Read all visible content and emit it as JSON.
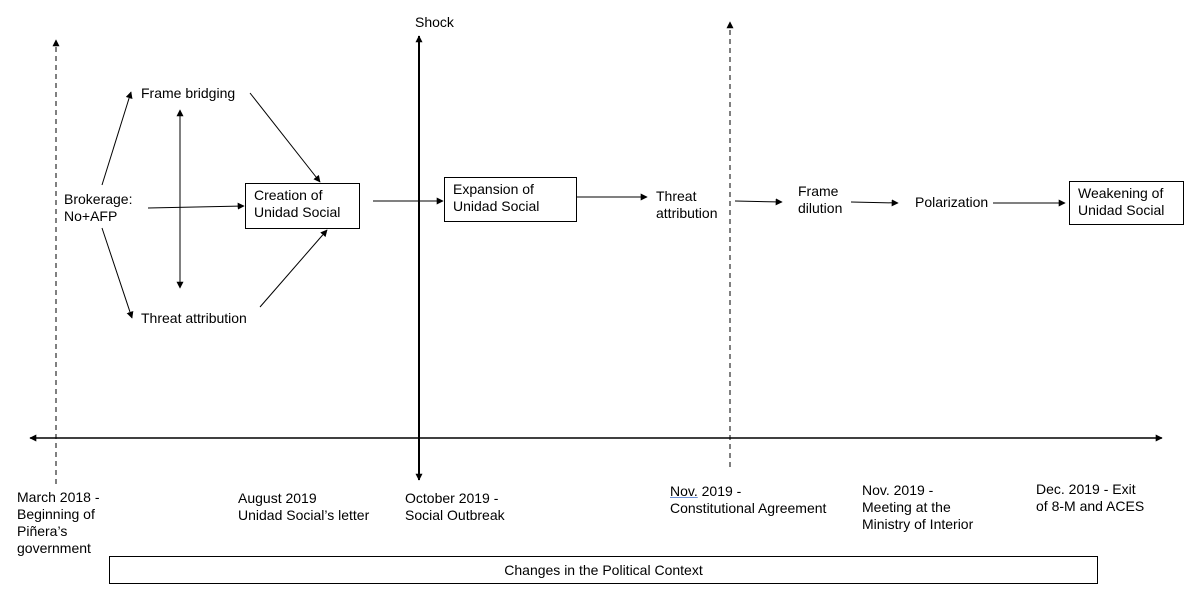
{
  "nodes": {
    "frame_bridging": "Frame bridging",
    "brokerage": [
      "Brokerage:",
      "No+AFP"
    ],
    "threat_attribution_left": "Threat attribution",
    "creation": [
      "Creation of",
      "Unidad Social"
    ],
    "shock": "Shock",
    "expansion": [
      "Expansion of",
      "Unidad Social"
    ],
    "threat_attribution_right": [
      "Threat",
      "attribution"
    ],
    "frame_dilution": [
      "Frame",
      "dilution"
    ],
    "polarization": "Polarization",
    "weakening": [
      "Weakening of",
      "Unidad Social"
    ]
  },
  "timeline": {
    "march_2018": [
      "March 2018 -",
      "Beginning of",
      "Piñera’s",
      "government"
    ],
    "august_2019": [
      "August 2019",
      "Unidad Social’s letter"
    ],
    "october_2019": [
      "October 2019 -",
      "Social Outbreak"
    ],
    "nov_2019_agreement": {
      "month": "Nov.",
      "rest": " 2019 -",
      "line2": "Constitutional Agreement"
    },
    "nov_2019_meeting": [
      "Nov. 2019 -",
      "Meeting at the",
      "Ministry of Interior"
    ],
    "dec_2019": [
      "Dec. 2019 - Exit",
      "of 8-M and ACES"
    ]
  },
  "footer": {
    "context": "Changes in the Political Context"
  }
}
